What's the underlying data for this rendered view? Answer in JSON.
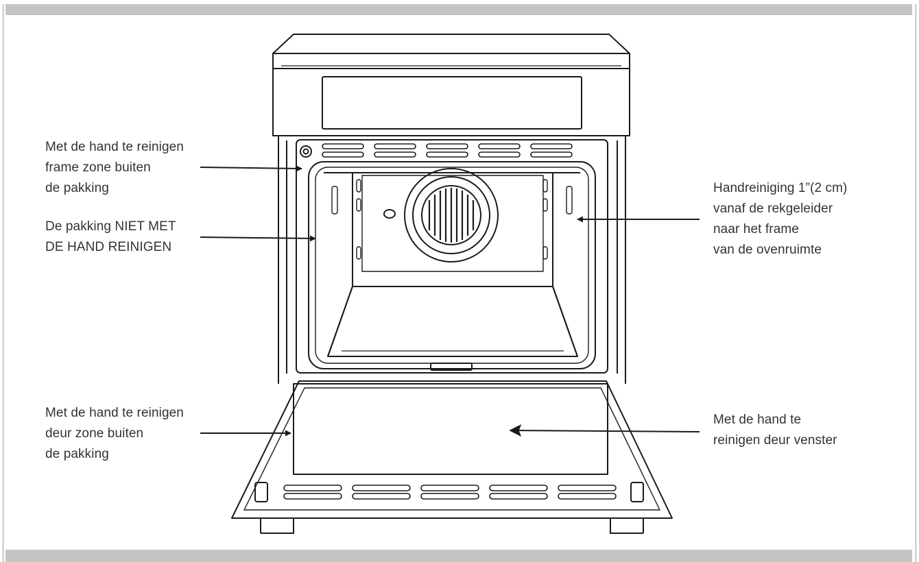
{
  "colors": {
    "line": "#1a1a1a",
    "band": "#c4c4c4",
    "text": "#333333"
  },
  "labels": {
    "frame_outside_gasket": [
      "Met de hand te reinigen",
      "frame zone buiten",
      "de pakking"
    ],
    "gasket_no_hand": [
      "De pakking NIET MET",
      "DE HAND REINIGEN"
    ],
    "rack_guide": [
      "Handreiniging 1”(2 cm)",
      "vanaf de rekgeleider",
      "naar het frame",
      "van de ovenruimte"
    ],
    "door_outside_gasket": [
      "Met de hand te reinigen",
      "deur zone buiten",
      "de pakking"
    ],
    "door_window": [
      "Met de hand te",
      "reinigen deur venster"
    ]
  }
}
